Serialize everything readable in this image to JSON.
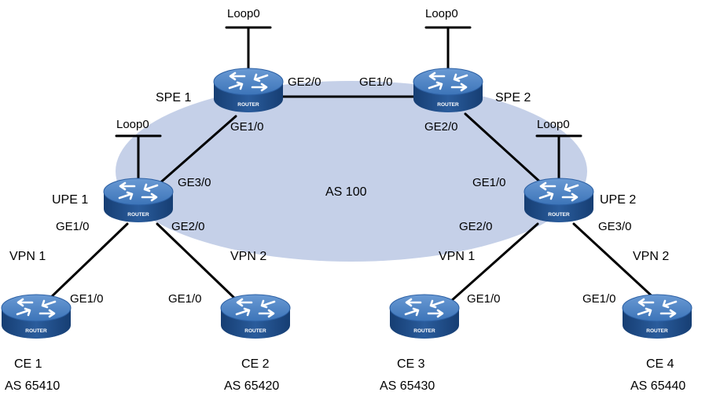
{
  "as_region": {
    "label": "AS 100",
    "fill": "#c5d0e8"
  },
  "router_text": "ROUTER",
  "colors": {
    "router_top": "#4f86c6",
    "router_side": "#1f4f8f",
    "router_rim": "#2b5fa3",
    "link": "#000000"
  },
  "routers": [
    {
      "id": "spe1",
      "label": "SPE 1"
    },
    {
      "id": "spe2",
      "label": "SPE 2"
    },
    {
      "id": "upe1",
      "label": "UPE 1"
    },
    {
      "id": "upe2",
      "label": "UPE 2"
    },
    {
      "id": "ce1",
      "label": "CE 1",
      "as": "AS 65410"
    },
    {
      "id": "ce2",
      "label": "CE 2",
      "as": "AS 65420"
    },
    {
      "id": "ce3",
      "label": "CE 3",
      "as": "AS 65430"
    },
    {
      "id": "ce4",
      "label": "CE 4",
      "as": "AS 65440"
    }
  ],
  "loopbacks": [
    {
      "router": "spe1",
      "label": "Loop0"
    },
    {
      "router": "spe2",
      "label": "Loop0"
    },
    {
      "router": "upe1",
      "label": "Loop0"
    },
    {
      "router": "upe2",
      "label": "Loop0"
    }
  ],
  "links": [
    {
      "from": "spe1",
      "to": "spe2",
      "from_if": "GE2/0",
      "to_if": "GE1/0"
    },
    {
      "from": "spe1",
      "to": "upe1",
      "from_if": "GE1/0",
      "to_if": "GE3/0"
    },
    {
      "from": "spe2",
      "to": "upe2",
      "from_if": "GE2/0",
      "to_if": "GE1/0"
    },
    {
      "from": "upe1",
      "to": "ce1",
      "from_if": "GE1/0",
      "to_if": "GE1/0"
    },
    {
      "from": "upe1",
      "to": "ce2",
      "from_if": "GE2/0",
      "to_if": "GE1/0"
    },
    {
      "from": "upe2",
      "to": "ce3",
      "from_if": "GE2/0",
      "to_if": "GE1/0"
    },
    {
      "from": "upe2",
      "to": "ce4",
      "from_if": "GE3/0",
      "to_if": "GE1/0"
    }
  ],
  "vpn_labels": [
    {
      "id": "vpn1-left",
      "label": "VPN 1"
    },
    {
      "id": "vpn2-left",
      "label": "VPN 2"
    },
    {
      "id": "vpn1-right",
      "label": "VPN 1"
    },
    {
      "id": "vpn2-right",
      "label": "VPN 2"
    }
  ]
}
